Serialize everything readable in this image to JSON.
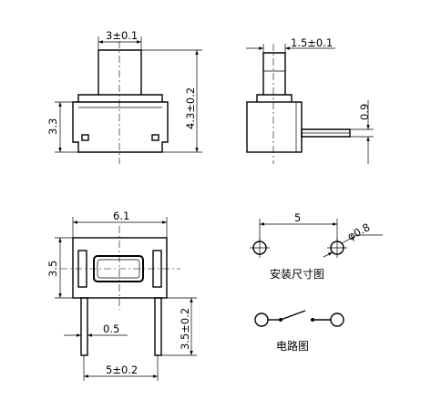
{
  "front_view": {
    "button_width": "3±0.1",
    "body_height": "3.3",
    "total_height": "4.3±0.2"
  },
  "side_view": {
    "button_width": "1.5±0.1",
    "pin_thickness": "0.9"
  },
  "top_view": {
    "body_width": "6.1",
    "body_depth": "3.5",
    "pin_width": "0.5",
    "pin_length": "3.5±0.2",
    "pin_pitch": "5±0.2"
  },
  "mounting": {
    "hole_pitch": "5",
    "hole_diameter": "φ0.8",
    "label": "安装尺寸图"
  },
  "circuit": {
    "label": "电路图"
  }
}
